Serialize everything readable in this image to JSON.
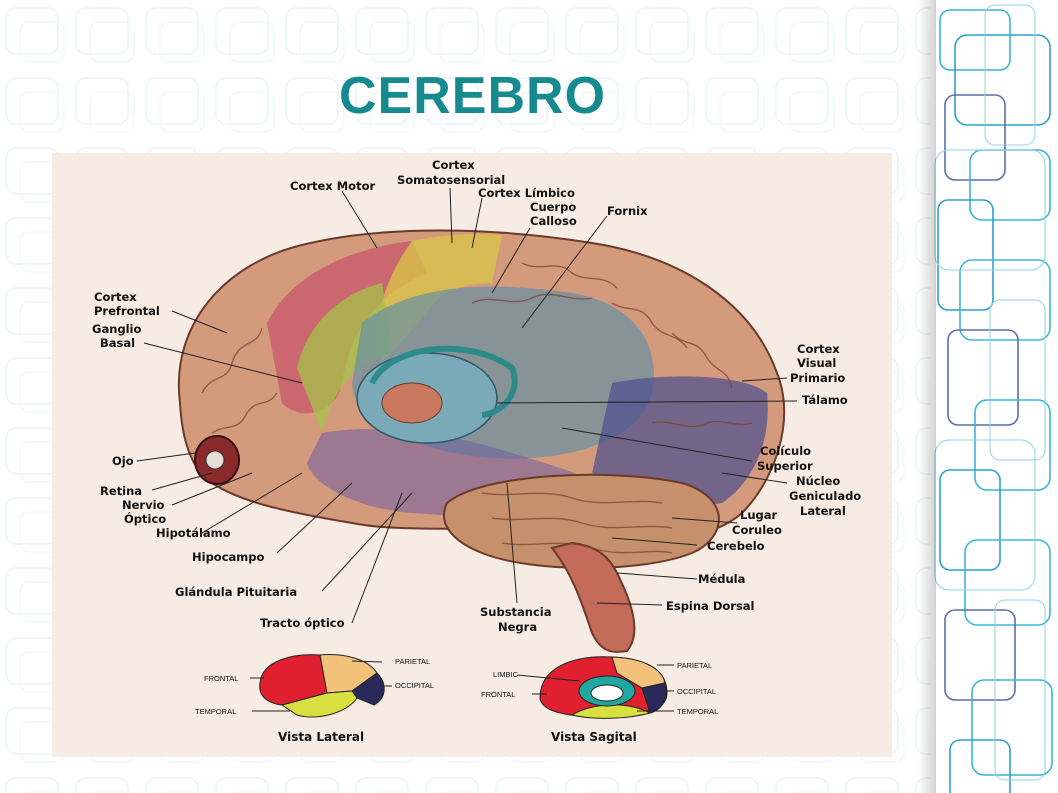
{
  "slide": {
    "title": "CEREBRO"
  },
  "colors": {
    "title": "#168a8f",
    "accent_lines": "#39b5d6"
  },
  "labels": {
    "cortex_motor": "Cortex Motor",
    "cortex_somato_1": "Cortex",
    "cortex_somato_2": "Somatosensorial",
    "cortex_limbico": "Cortex Límbico",
    "cuerpo_calloso_1": "Cuerpo",
    "cuerpo_calloso_2": "Calloso",
    "fornix": "Fornix",
    "cortex_prefrontal_1": "Cortex",
    "cortex_prefrontal_2": "Prefrontal",
    "ganglio_basal_1": "Ganglio",
    "ganglio_basal_2": "Basal",
    "cortex_visual_1": "Cortex",
    "cortex_visual_2": "Visual",
    "cortex_visual_3": "Primario",
    "talamo": "Tálamo",
    "ojo": "Ojo",
    "retina": "Retina",
    "nervio_optico_1": "Nervio",
    "nervio_optico_2": "Óptico",
    "hipotalamo": "Hipotálamo",
    "hipocampo": "Hipocampo",
    "glandula_pituitaria": "Glándula Pituitaria",
    "tracto_optico": "Tracto óptico",
    "coliculo_1": "Colículo",
    "coliculo_2": "Superior",
    "nucleo_1": "Núcleo",
    "nucleo_2": "Geniculado",
    "nucleo_3": "Lateral",
    "lugar_1": "Lugar",
    "lugar_2": "Coruleo",
    "cerebelo": "Cerebelo",
    "medula": "Médula",
    "espina_dorsal": "Espina Dorsal",
    "substancia_1": "Substancia",
    "substancia_2": "Negra"
  },
  "lateral_view": {
    "caption": "Vista Lateral",
    "frontal": "FRONTAL",
    "parietal": "PARIETAL",
    "occipital": "OCCIPITAL",
    "temporal": "TEMPORAL"
  },
  "sagittal_view": {
    "caption": "Vista Sagital",
    "limbic": "LIMBIC",
    "frontal": "FRONTAL",
    "parietal": "PARIETAL",
    "occipital": "OCCIPITAL",
    "temporal": "TEMPORAL"
  }
}
